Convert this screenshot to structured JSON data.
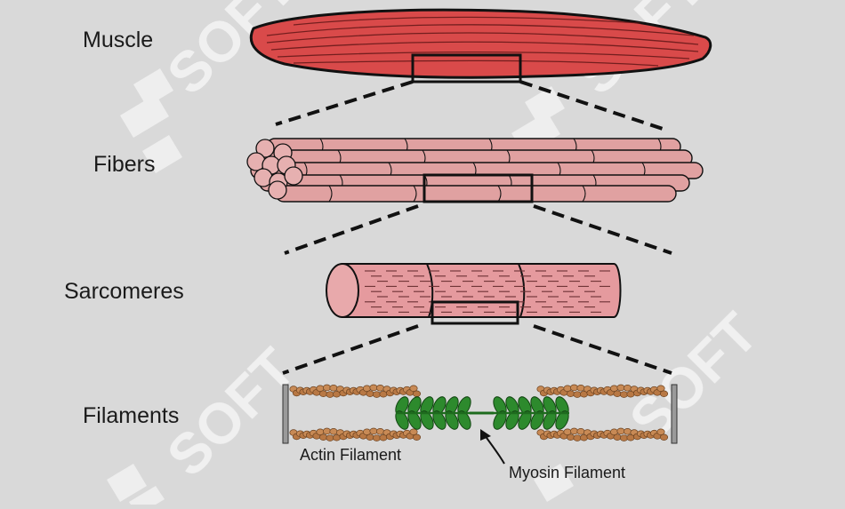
{
  "levels": {
    "muscle": "Muscle",
    "fibers": "Fibers",
    "sarcomeres": "Sarcomeres",
    "filaments": "Filaments"
  },
  "captions": {
    "actin": "Actin Filament",
    "myosin": "Myosin Filament"
  },
  "watermark": "SOFT",
  "colors": {
    "background": "#d9d9d9",
    "muscle_fill": "#d94a4a",
    "fiber_fill": "#e0a1a1",
    "sarcomere_fill": "#e59a9e",
    "actin_bead": "#c88a55",
    "myosin_leaf": "#2d8a2d",
    "outline": "#111111",
    "watermark": "#ffffff"
  }
}
